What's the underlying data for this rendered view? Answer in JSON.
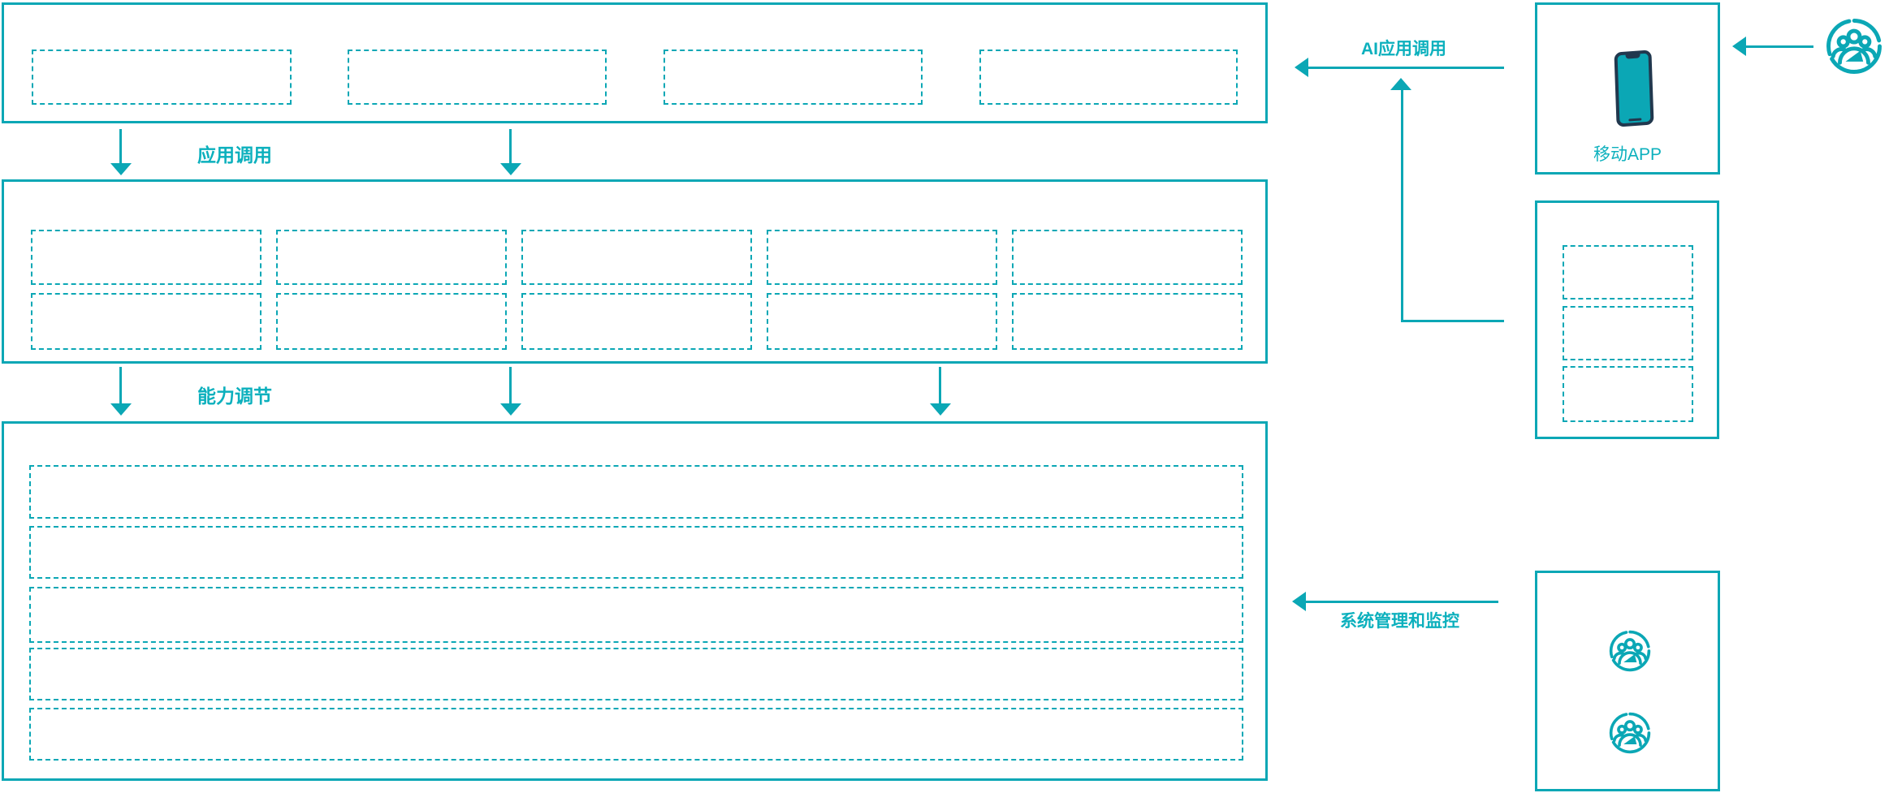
{
  "colors": {
    "teal": "#0ba7b5",
    "teal_text": "#0cb0bd",
    "phone_navy": "#21384e",
    "bg": "#ffffff"
  },
  "labels": {
    "top_arrow": "应用调用",
    "mid_arrow": "能力调节",
    "ai_call": "AI应用调用",
    "mobile_app": "移动APP",
    "system_monitor": "系统管理和监控"
  },
  "icons": {
    "phone": "mobile-phone",
    "user_group": "user-group"
  }
}
